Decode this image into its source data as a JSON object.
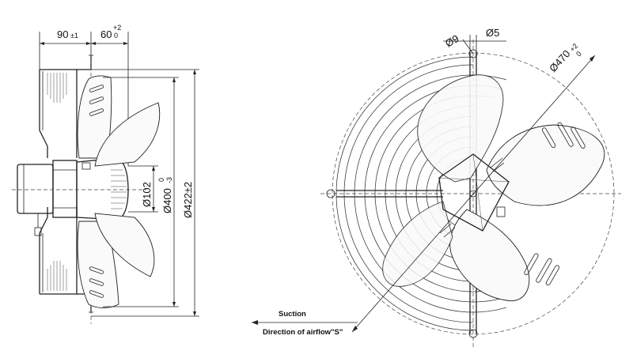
{
  "side_view": {
    "dim_90": "90",
    "dim_90_tol": "±1",
    "dim_60": "60",
    "dim_60_tol_upper": "+2",
    "dim_60_tol_lower": "0",
    "dim_d102": "Ø102",
    "dim_d400": "Ø400",
    "dim_d400_tol_upper": "0",
    "dim_d400_tol_lower": "-3",
    "dim_d422": "Ø422±2"
  },
  "front_view": {
    "dim_d9": "Ø9",
    "dim_d5": "Ø5",
    "dim_d470": "Ø470",
    "dim_d470_tol_upper": "+2",
    "dim_d470_tol_lower": "0"
  },
  "legend": {
    "suction": "Suction",
    "direction": "Direction of airflow\"S\""
  }
}
